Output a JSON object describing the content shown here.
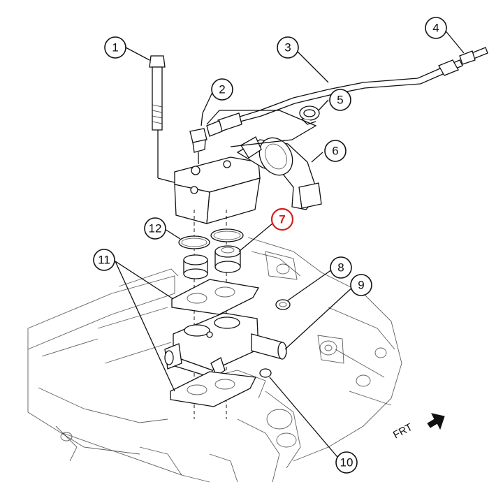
{
  "diagram": {
    "callouts": [
      {
        "id": 1,
        "label": "1",
        "highlight": false
      },
      {
        "id": 2,
        "label": "2",
        "highlight": false
      },
      {
        "id": 3,
        "label": "3",
        "highlight": false
      },
      {
        "id": 4,
        "label": "4",
        "highlight": false
      },
      {
        "id": 5,
        "label": "5",
        "highlight": false
      },
      {
        "id": 6,
        "label": "6",
        "highlight": false
      },
      {
        "id": 7,
        "label": "7",
        "highlight": true
      },
      {
        "id": 8,
        "label": "8",
        "highlight": false
      },
      {
        "id": 9,
        "label": "9",
        "highlight": false
      },
      {
        "id": 10,
        "label": "10",
        "highlight": false
      },
      {
        "id": 11,
        "label": "11",
        "highlight": false
      },
      {
        "id": 12,
        "label": "12",
        "highlight": false
      }
    ],
    "direction_label": "FRT",
    "colors": {
      "line": "#111111",
      "highlight": "#d81e1e",
      "background": "#ffffff"
    }
  }
}
